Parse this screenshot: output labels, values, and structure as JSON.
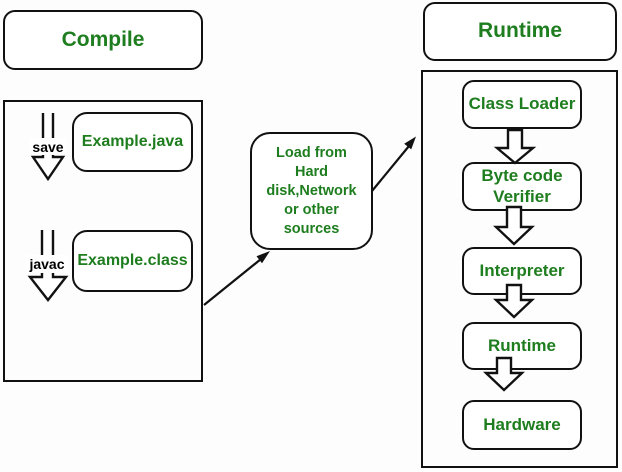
{
  "colors": {
    "text_green": "#1e7d1e",
    "line_black": "#111111",
    "bg": "#fdfdfd"
  },
  "compile_section": {
    "title": "Compile",
    "save_arrow_label": "save",
    "javac_arrow_label": "javac",
    "java_file_label": "Example.java",
    "class_file_label": "Example.class"
  },
  "load_box": {
    "line1": "Load from",
    "line2": "Hard",
    "line3": "disk,Network",
    "line4": "or other",
    "line5": "sources"
  },
  "runtime_section": {
    "title": "Runtime",
    "stages": [
      {
        "label": "Class Loader"
      },
      {
        "label": "Byte code Verifier"
      },
      {
        "label": "Interpreter"
      },
      {
        "label": "Runtime"
      },
      {
        "label": "Hardware"
      }
    ]
  }
}
